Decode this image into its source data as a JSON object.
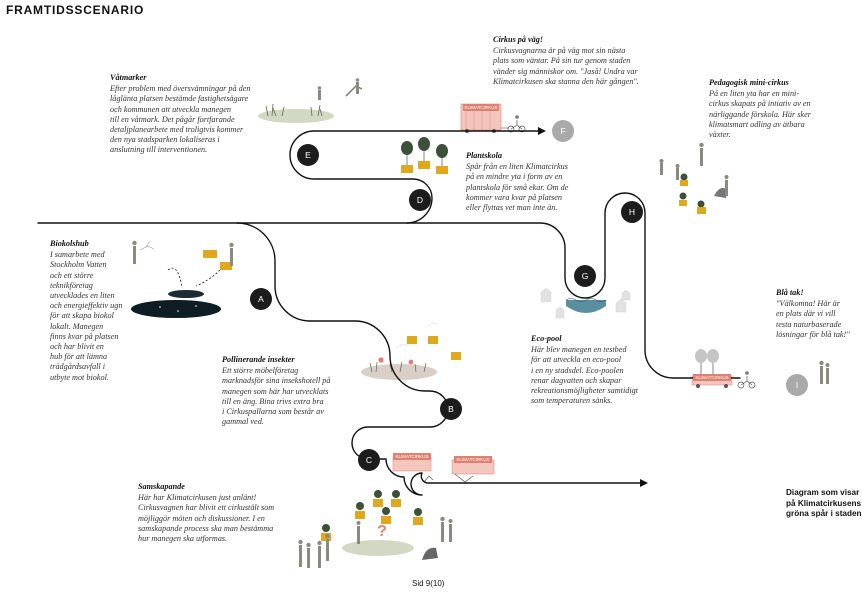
{
  "title": "FRAMTIDSSCENARIO",
  "page_number": "Sid 9(10)",
  "caption": "Diagram som visar\npå Klimatcirkusens\ngröna spår i staden",
  "colors": {
    "path": "#111111",
    "node_dark": "#1c1c1c",
    "node_light": "#a9a9a9",
    "accent": "#e0a81c",
    "sign": "#e08070",
    "water": "#5a8fa0"
  },
  "nodes": [
    {
      "label": "A",
      "style": "dark"
    },
    {
      "label": "B",
      "style": "dark"
    },
    {
      "label": "C",
      "style": "dark"
    },
    {
      "label": "D",
      "style": "dark"
    },
    {
      "label": "E",
      "style": "dark"
    },
    {
      "label": "F",
      "style": "light"
    },
    {
      "label": "G",
      "style": "dark"
    },
    {
      "label": "H",
      "style": "dark"
    },
    {
      "label": "I",
      "style": "light"
    }
  ],
  "signs": [
    "KLIMATCIRKUS",
    "KLIMATCIRKUS",
    "KLIMATCIRKUS",
    "KLIMATCIRKUS"
  ],
  "question_mark": "?",
  "sections": {
    "vatmarker": {
      "heading": "Våtmarker",
      "body": "Efter problem med översvämningar på den\nlåglänta platsen bestämde fastighetsägare\noch kommunen att utveckla manegen\ntill en våtmark. Det pågår fortfarande\ndetaljplanearbete med troligtvis kommer\nden nya stadsparken lokaliseras i\nanslutning till interventionen."
    },
    "cirkus_pa_vag": {
      "heading": "Cirkus  på  väg!",
      "body": "Cirkusvagnarna är på väg mot sin nästa\nplats som väntar. På sin tur genom staden\nvänder sig människor om. \"Jaså! Undra var\nKlimatcirkusen ska stanna den här gången\"."
    },
    "pedagogisk": {
      "heading": "Pedagogisk  mini-cirkus",
      "body": "På en liten yta har en mini-\ncirkus skapats på intiativ av en\nnärliggande förskola. Här sker\nklimatsmart odling av ätbara\nväxter."
    },
    "plantskola": {
      "heading": "Plantskola",
      "body": "Spår från en liten Klimatcirkus\npå en mindre yta i form av en\nplantskola för små ekar. Om de\nkommer vara kvar på platsen\neller flyttas vet man inte än."
    },
    "biokolshub": {
      "heading": "Biokolshub",
      "body": "I samarbete med\nStockholm Vatten\noch ett större\nteknikföretag\nutvecklades en liten\noch energieffektiv ugn\nför att skapa biokol\nlokalt. Manegen\nfinns kvar på platsen\noch har blivit en\nhub för att lämna\nträdgårdsavfall i\nutbyte mot biokol."
    },
    "bla_tak": {
      "heading": "Blå  tak!",
      "body": "\"Välkomna! Här är\nen plats där vi vill\ntesta naturbaserade\nlösningar för blå tak!\""
    },
    "eco_pool": {
      "heading": "Eco-pool",
      "body": "Här blev manegen en testbed\nför att utveckla en eco-pool\ni en ny stadsdel. Eco-poolen\nrenar dagvatten och skapar\nrekreationsmöjligheter samtidigt\nsom temperaturen sänks."
    },
    "pollinerande": {
      "heading": "Pollinerande  insekter",
      "body": "Ett större möbelföretag\nmarknadsför sina insekshotell på\nmanegen som här har utvecklats\ntill en äng. Bina trivs extra bra\ni Cirkuspallarna som består av\ngammal ved."
    },
    "samskapande": {
      "heading": "Samskapande",
      "body": "Här har Klimatcirkusen just anlänt!\nCirkusvagnen har blivit ett cirkustält som\nmöjliggör möten och diskussioner. I en\nsamskapande process ska man bestämma\nhur manegen ska utformas."
    }
  }
}
